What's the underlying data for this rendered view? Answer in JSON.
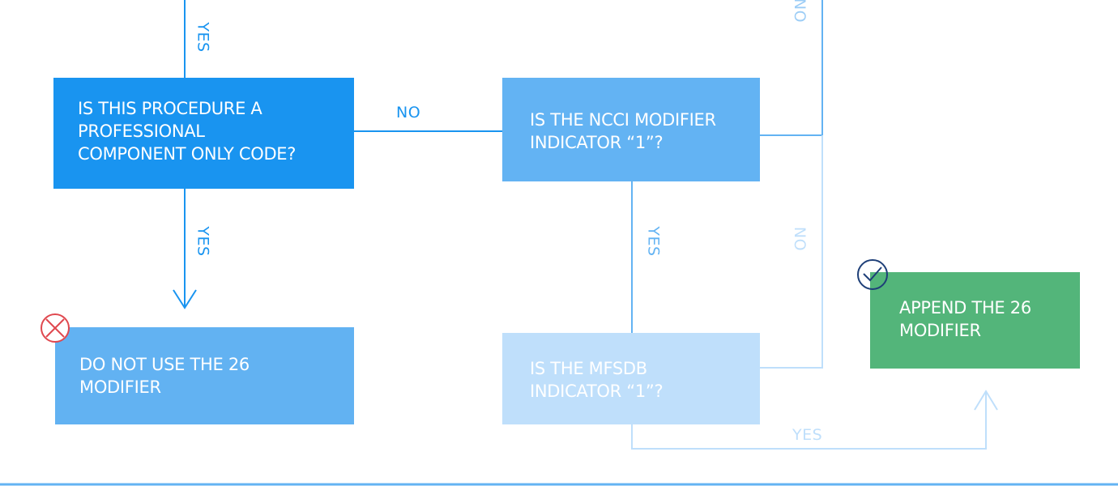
{
  "nodes": {
    "professional_component": "IS THIS PROCEDURE A\nPROFESSIONAL\nCOMPONENT ONLY CODE?",
    "ncci_indicator": "IS THE NCCI MODIFIER\nINDICATOR “1”?",
    "do_not_use": "DO NOT USE THE 26\nMODIFIER",
    "mfsdb_indicator": "IS THE MFSDB\nINDICATOR “1”?",
    "append": "APPEND THE 26\nMODIFIER"
  },
  "edge_labels": {
    "yes_into_top": "YES",
    "no_pc_to_ncci": "NO",
    "yes_pc_to_dont": "YES",
    "yes_ncci_to_mfsdb": "YES",
    "no_ncci_up": "NO",
    "no_mfsdb_up": "NO",
    "yes_mfsdb_to_append": "YES"
  },
  "icons": {
    "reject": "cross-circle-icon",
    "accept": "check-circle-icon"
  },
  "colors": {
    "primary_blue": "#1994f0",
    "mid_blue": "#63b3f3",
    "light_blue": "#bfdffb",
    "faint_blue": "#9ccdf6",
    "green": "#53b57a",
    "reject_red": "#e0484f",
    "check_navy": "#1e3f78"
  }
}
